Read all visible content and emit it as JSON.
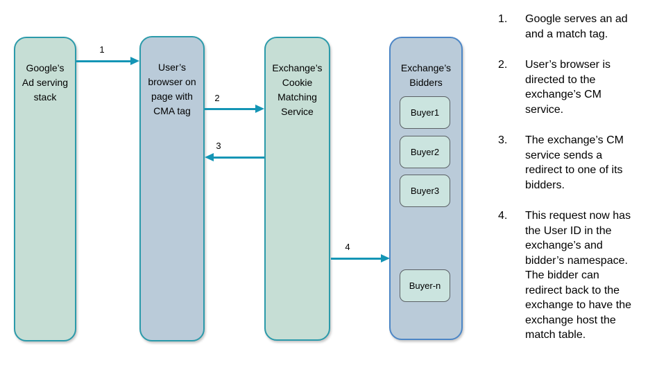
{
  "colors": {
    "teal_border": "#2b9aaa",
    "arrow_teal": "#1495b5",
    "green_fill": "#c6ded5",
    "blue_fill": "#bacbd9",
    "bidders_border": "#4c86c6",
    "buyer_fill": "#cbe4df",
    "buyer_border": "#5a6064",
    "text": "#000000"
  },
  "diagram": {
    "nodes": [
      {
        "label": "Google’s\nAd serving\nstack"
      },
      {
        "label": "User’s\nbrowser on\npage with\nCMA tag"
      },
      {
        "label": "Exchange’s\nCookie\nMatching\nService"
      },
      {
        "label": "Exchange’s\nBidders"
      }
    ],
    "buyers": [
      "Buyer1",
      "Buyer2",
      "Buyer3",
      "Buyer-n"
    ],
    "arrows": [
      {
        "number": "1"
      },
      {
        "number": "2"
      },
      {
        "number": "3"
      },
      {
        "number": "4"
      }
    ]
  },
  "notes": {
    "items": [
      {
        "number": "1.",
        "text": "Google serves an ad\nand a match tag."
      },
      {
        "number": "2.",
        "text": "User’s browser is\ndirected to the\nexchange’s CM\nservice."
      },
      {
        "number": "3.",
        "text": "The exchange’s CM\nservice sends a\nredirect to one of its\nbidders."
      },
      {
        "number": "4.",
        "text": "This request now has\nthe User ID in the\nexchange’s and\nbidder’s namespace.\nThe bidder can\nredirect back to the\nexchange to have the\nexchange host the\nmatch table."
      }
    ]
  }
}
